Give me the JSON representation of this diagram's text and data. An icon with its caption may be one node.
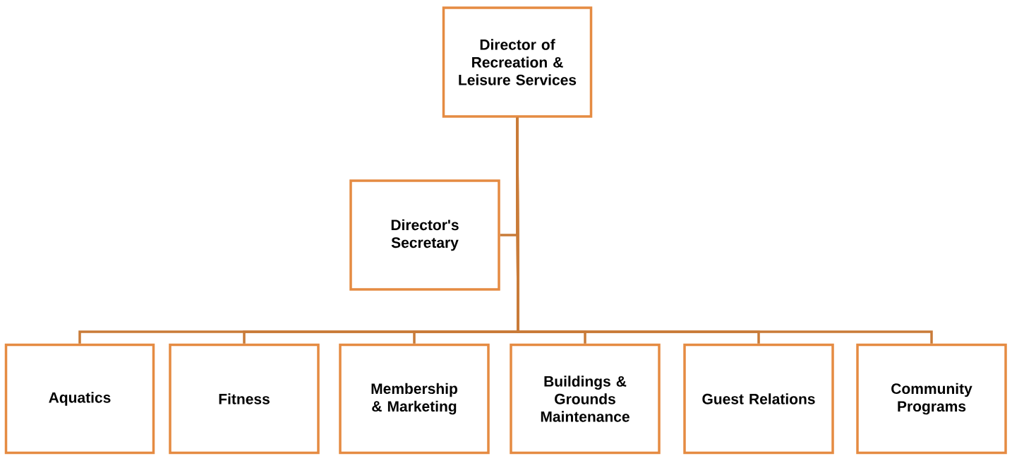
{
  "diagram": {
    "nodes": [
      {
        "text": [
          "Director of Recreation & Leisure Services"
        ]
      },
      {
        "text": [
          "Director's Secretary"
        ]
      },
      {
        "text": [
          "Aquatics"
        ]
      },
      {
        "text": [
          "Fitness"
        ]
      },
      {
        "text": [
          "Membership & Marketing"
        ]
      },
      {
        "text": [
          "Buildings & Grounds Maintenance"
        ]
      },
      {
        "text": [
          "Guest Relations"
        ]
      },
      {
        "text": [
          "Community Programs"
        ]
      }
    ],
    "edges": [
      {
        "from": 0,
        "to": 1,
        "arrow": "none"
      },
      {
        "from": 0,
        "to": 2,
        "arrow": "none"
      },
      {
        "from": 0,
        "to": 3,
        "arrow": "none"
      },
      {
        "from": 0,
        "to": 4,
        "arrow": "none"
      },
      {
        "from": 0,
        "to": 5,
        "arrow": "none"
      },
      {
        "from": 0,
        "to": 6,
        "arrow": "none"
      },
      {
        "from": 0,
        "to": 7,
        "arrow": "none"
      }
    ]
  }
}
